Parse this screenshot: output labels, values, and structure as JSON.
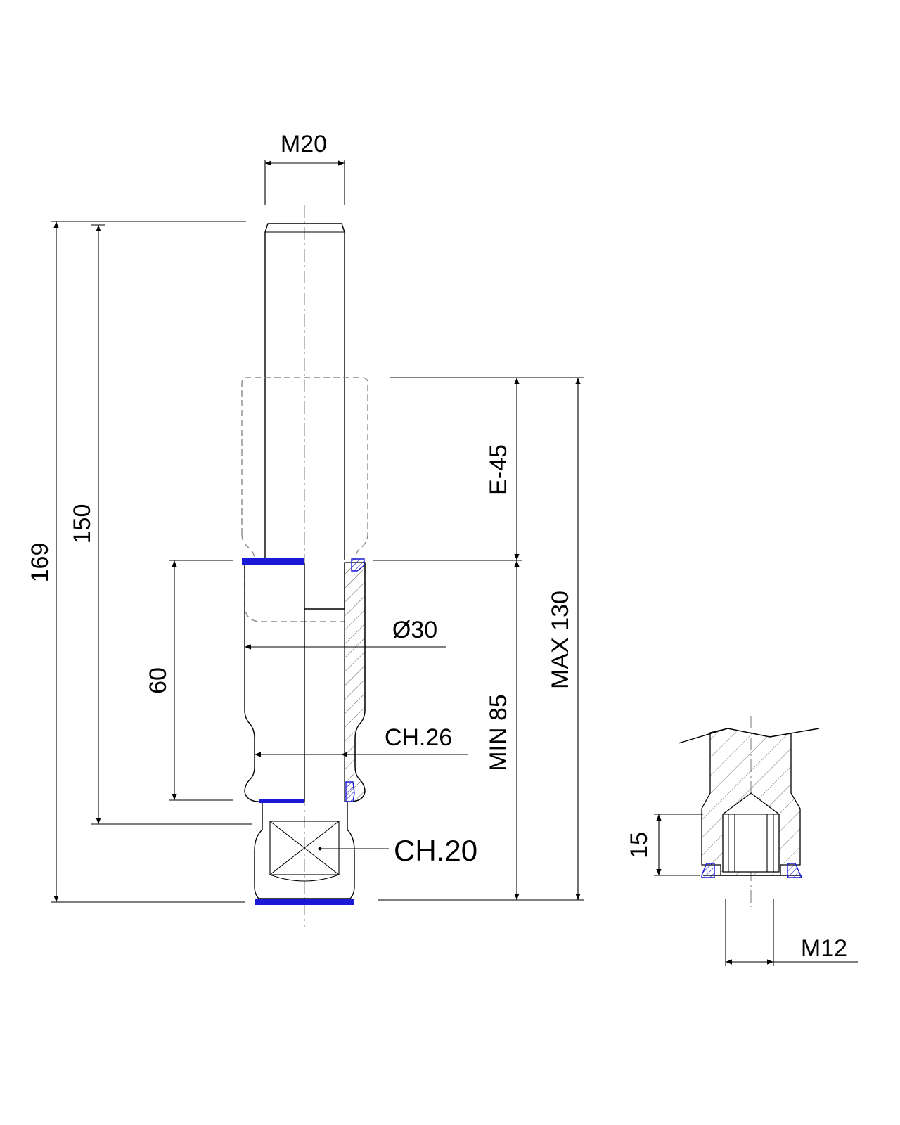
{
  "colors": {
    "seal": "#1a1ad6",
    "seal_hatch": "#3d5bd6",
    "line": "#000000",
    "phantom": "#8a8a8a",
    "hatch": "#444444"
  },
  "dimensions": {
    "thread_top": "M20",
    "total_height": "169",
    "body_height": "150",
    "bore_length": "60",
    "stroke": "E-45",
    "max_length": "MAX 130",
    "min_length": "MIN 85",
    "diameter": "Ø30",
    "wrench_flats_body": "CH.26",
    "wrench_flats_bottom": "CH.20",
    "detail_depth": "15",
    "detail_thread": "M12"
  }
}
